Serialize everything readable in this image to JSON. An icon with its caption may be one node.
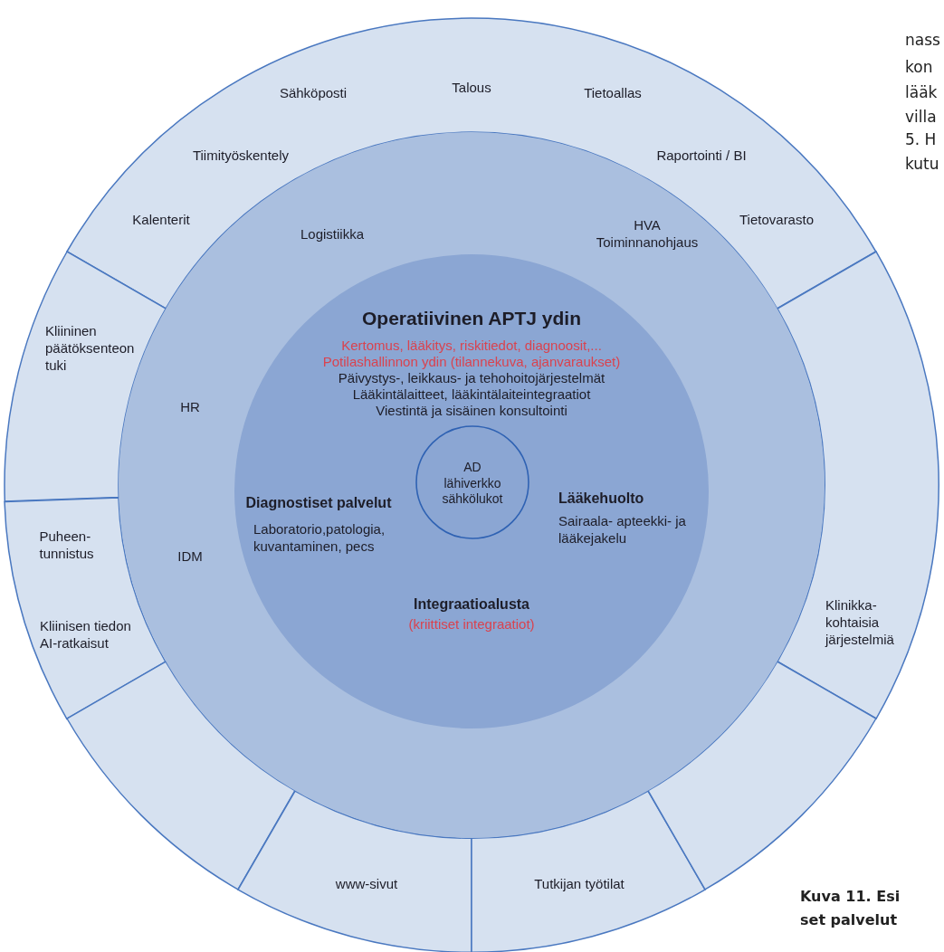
{
  "diagram": {
    "caption": "Kuva 11. Esi set palvelut",
    "nodes": [
      {
        "text": [
          "Talous",
          "Sähköposti",
          "Tietoallas",
          "Tiimityöskentely",
          "Raportointi / BI",
          "Kalenterit",
          "Tietovarasto"
        ]
      },
      {
        "text": [
          "Kliininen päätöksenteon tuki"
        ]
      },
      {
        "text": [
          "Klinikka- kohtaisia järjestelmiä"
        ]
      },
      {
        "text": [
          "Puheen- tunnistus",
          "Kliinisen tiedon AI-ratkaisut"
        ]
      },
      {
        "text": [],
        "shape": "sector"
      },
      {
        "text": [
          "www-sivut"
        ]
      },
      {
        "text": [
          "Tutkijan työtilat"
        ]
      },
      {
        "text": [],
        "shape": "sector"
      },
      {
        "text": [
          "Logistiikka",
          "HVA Toiminnanohjaus",
          "HR",
          "IDM"
        ]
      },
      {
        "text": [
          "Operatiivinen APTJ ydin",
          "Kertomus, lääkitys, riskitiedot, diagnoosit,...",
          "Potilashallinnon ydin (tilannekuva, ajanvaraukset)",
          "Päivystys-, leikkaus- ja tehohoitojärjestelmät",
          "Lääkintälaitteet, lääkintälaiteintegraatiot",
          "Viestintä ja sisäinen konsultointi",
          "Diagnostiset palvelut",
          "Laboratorio,patologia, kuvantaminen, pecs",
          "Lääkehuolto",
          "Sairaala- apteekki- ja lääkejakelu",
          "Integraatioalusta",
          "(kriittiset integraatiot)"
        ],
        "in": 8
      },
      {
        "text": [
          "AD lähiverkko sähkölukot"
        ],
        "in": 9
      }
    ],
    "labels": [
      "nass",
      "kon",
      "lääk",
      "villa",
      "5. H",
      "kutu"
    ]
  }
}
